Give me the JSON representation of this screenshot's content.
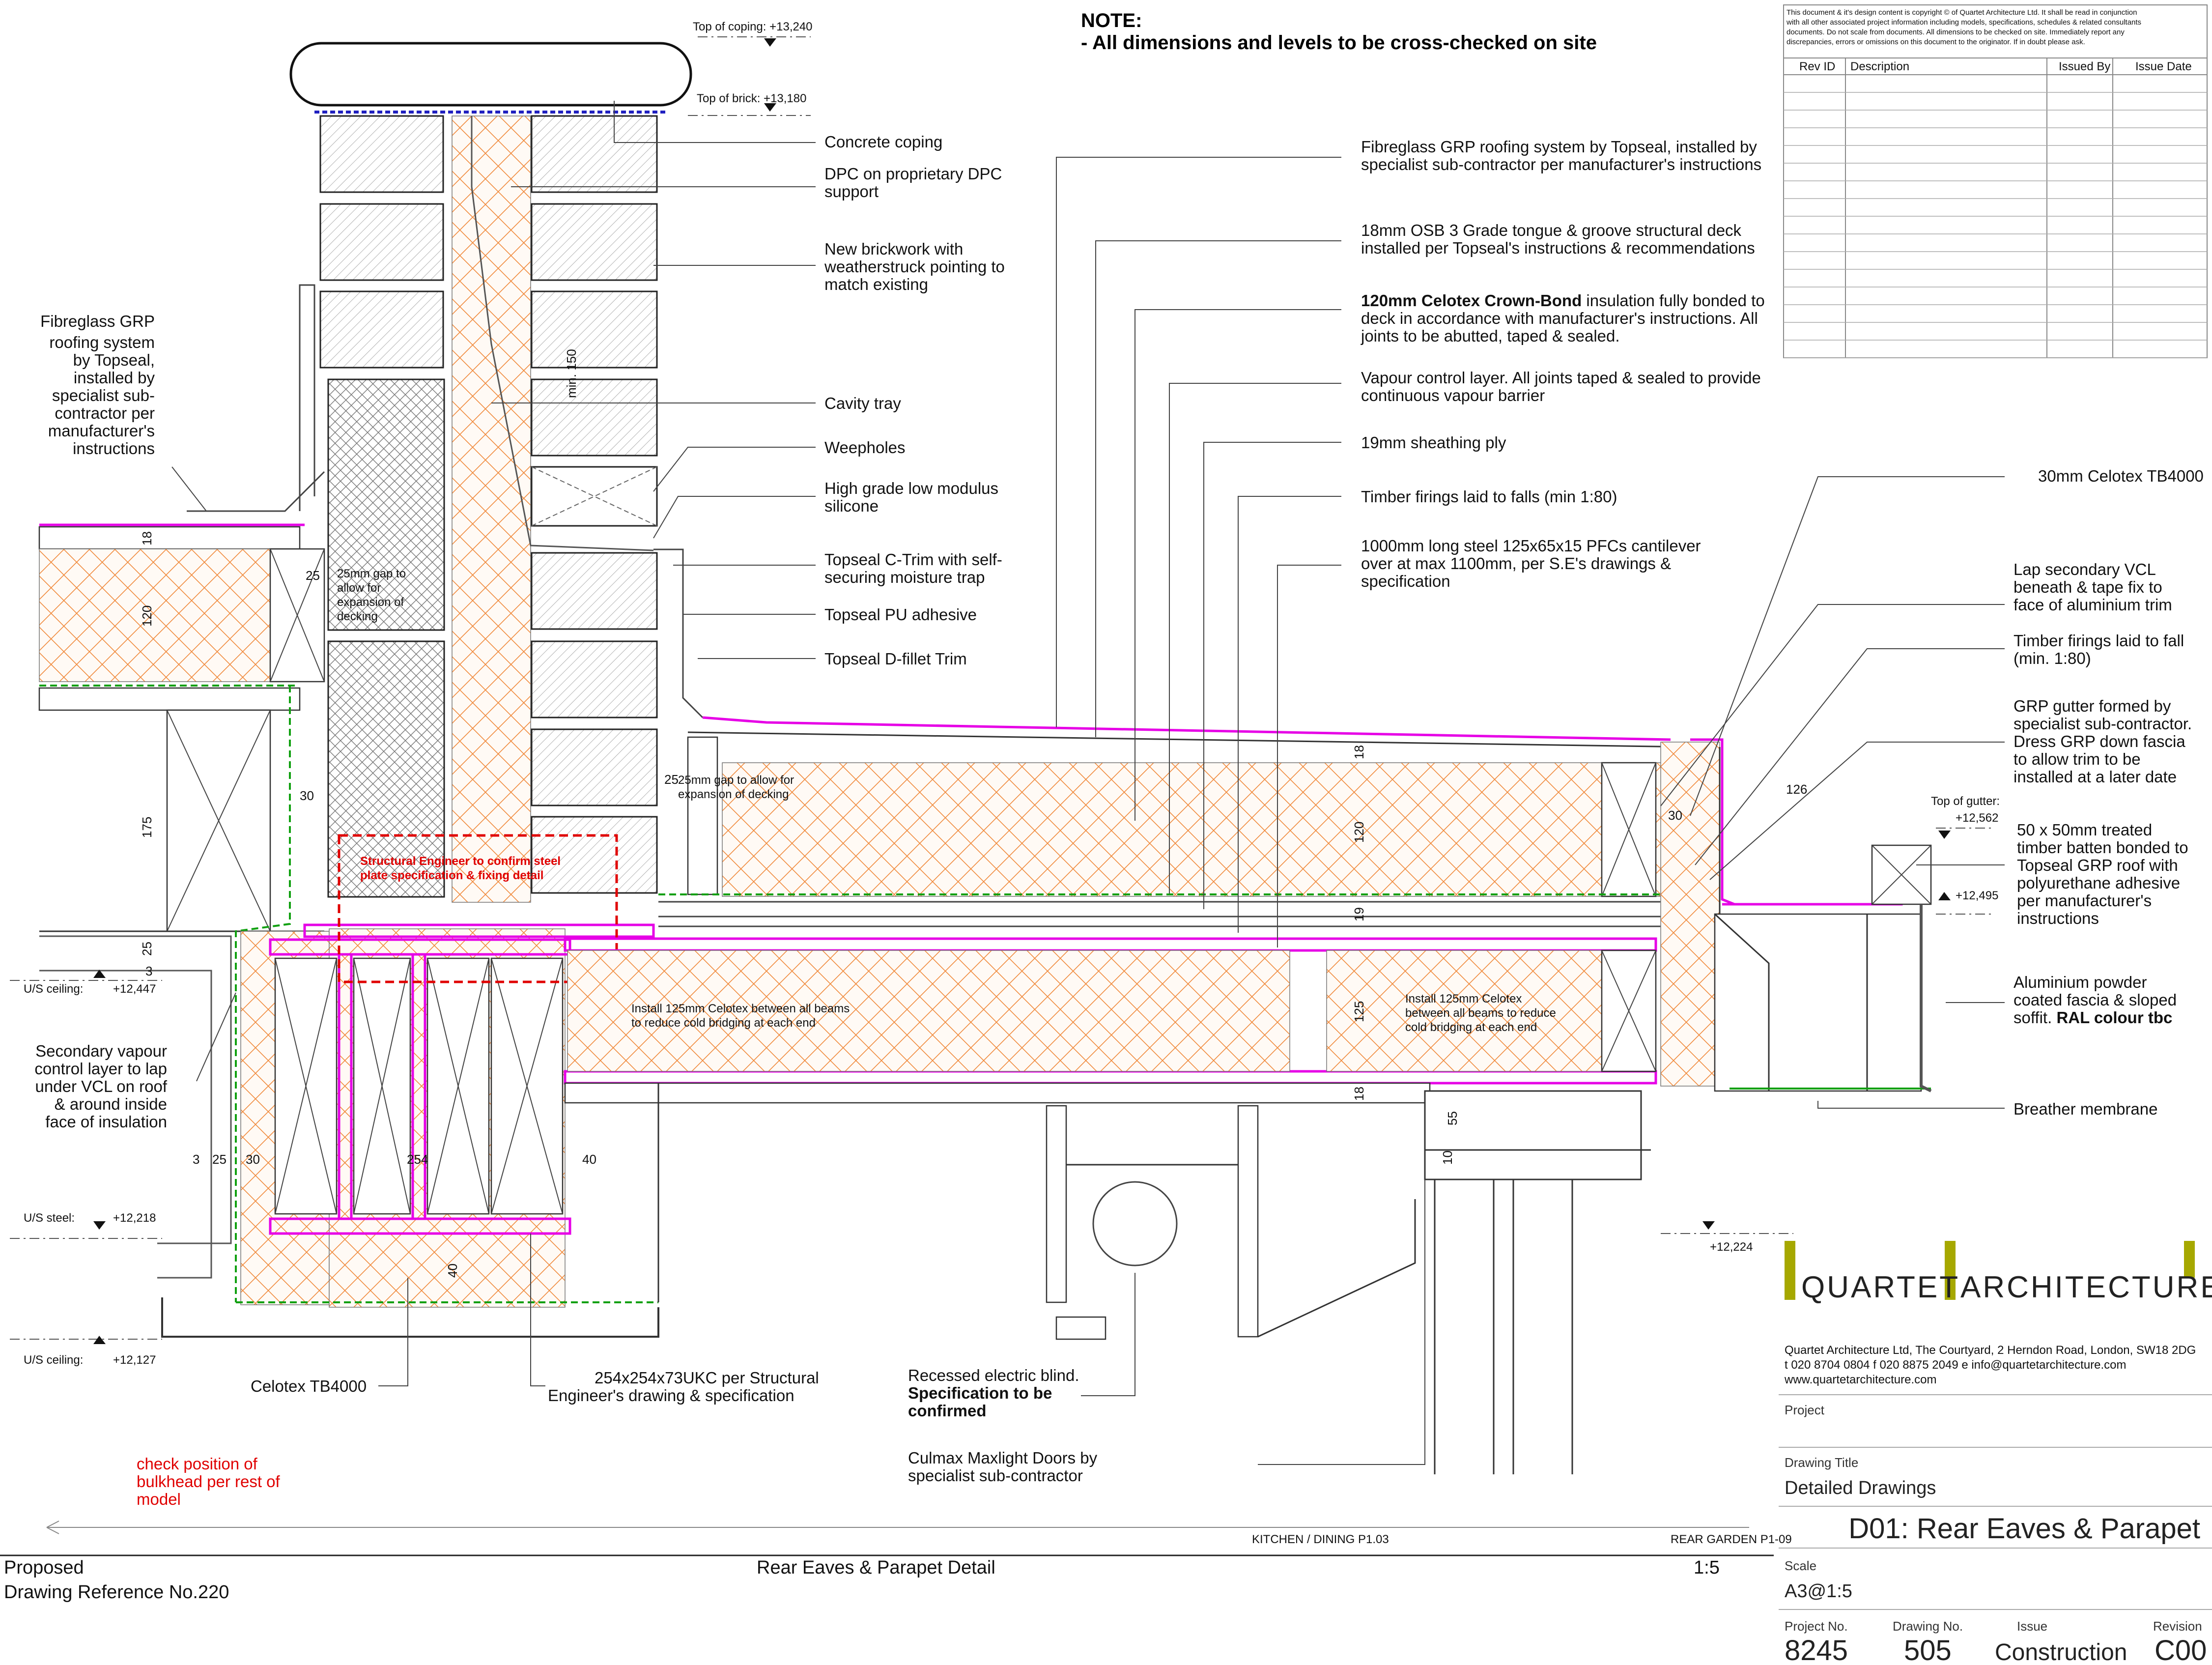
{
  "note": {
    "title": "NOTE:",
    "body": "- All dimensions and levels to be cross-checked on site"
  },
  "copyright_lines": [
    "This document & it's design content is copyright © of Quartet Architecture Ltd. It shall be read in conjunction",
    "with all other associated project information including models, specifications, schedules & related consultants",
    "documents. Do not scale from documents. All dimensions to be checked on site. Immediately report any",
    "discrepancies, errors or omissions on this document to the originator. If in doubt please ask."
  ],
  "revision_table": {
    "headers": [
      "Rev ID",
      "Description",
      "Issued By",
      "Issue Date"
    ]
  },
  "levels": {
    "top_of_coping": "Top of coping:  +13,240",
    "top_of_brick": "Top of brick:  +13,180",
    "us_ceiling_1": "U/S ceiling:",
    "us_ceiling_1_val": "+12,447",
    "us_steel": "U/S steel:",
    "us_steel_val": "+12,218",
    "us_ceiling_2": "U/S ceiling:",
    "us_ceiling_2_val": "+12,127",
    "top_of_gutter": "Top of gutter:",
    "top_of_gutter_val": "+12,562",
    "batten_level": "+12,495",
    "door_head": "+12,224"
  },
  "left_labels": {
    "grp_roofing": [
      "Fibreglass GRP",
      "roofing system",
      "by Topseal,",
      "installed by",
      "specialist sub-",
      "contractor per",
      "manufacturer's",
      "instructions"
    ],
    "secondary_vcl": [
      "Secondary vapour",
      "control layer to lap",
      "under VCL on roof",
      "& around inside",
      "face of insulation"
    ],
    "check_bulkhead": [
      "check position of",
      "bulkhead per rest of",
      "model"
    ]
  },
  "mid_labels": {
    "concrete_coping": "Concrete coping",
    "dpc": [
      "DPC on proprietary DPC",
      "support"
    ],
    "brickwork": [
      "New brickwork with",
      "weatherstruck pointing  to",
      "match existing"
    ],
    "cavity_tray": "Cavity tray",
    "weepholes": "Weepholes",
    "silicone": [
      "High grade low modulus",
      "silicone"
    ],
    "c_trim": [
      "Topseal C-Trim with self-",
      "securing moisture trap"
    ],
    "pu_adhesive": "Topseal PU adhesive",
    "d_fillet": "Topseal D-fillet Trim",
    "gap_left": [
      "25mm gap to",
      "allow for",
      "expansion of",
      "decking"
    ],
    "gap_right": [
      "25mm gap to allow for",
      "expansion of decking"
    ],
    "structural_engineer": [
      "Structural Engineer to confirm steel",
      "plate specification & fixing detail"
    ],
    "celotex_between_1": [
      "Install 125mm Celotex between all beams",
      "to reduce cold bridging at each end"
    ],
    "celotex_between_2": [
      "Install 125mm Celotex",
      "between all beams to reduce",
      "cold bridging at each end"
    ],
    "celotex_tb4000": "Celotex TB4000",
    "ukc": [
      "254x254x73UKC per Structural",
      "Engineer's drawing & specification"
    ],
    "blind": [
      "Recessed electric blind.",
      "Specification to be",
      "confirmed"
    ],
    "culmax": [
      "Culmax Maxlight Doors by",
      "specialist sub-contractor"
    ]
  },
  "roof_labels": {
    "grp_system": [
      "Fibreglass GRP roofing system by Topseal, installed by",
      "specialist sub-contractor per manufacturer's instructions"
    ],
    "osb": [
      "18mm OSB 3 Grade tongue & groove structural deck",
      "installed per Topseal's instructions & recommendations"
    ],
    "celotex_bold": "120mm Celotex Crown-Bond",
    "celotex_rest": [
      " insulation fully bonded to",
      "deck in accordance with manufacturer's instructions. All",
      "joints to be abutted, taped & sealed."
    ],
    "vcl": [
      "Vapour control layer. All joints taped & sealed to provide",
      "continuous vapour barrier"
    ],
    "sheathing": "19mm sheathing ply",
    "firings": "Timber firings laid to falls (min 1:80)",
    "pfc": [
      "1000mm long steel 125x65x15 PFCs cantilever",
      "over at max 1100mm, per S.E's drawings &",
      "specification"
    ]
  },
  "right_labels": {
    "tb4000_30": "30mm Celotex TB4000",
    "lap_vcl": [
      "Lap secondary VCL",
      "beneath & tape fix to",
      "face of aluminium trim"
    ],
    "firings_fall": [
      "Timber firings laid to fall",
      "(min. 1:80)"
    ],
    "gutter": [
      "GRP gutter formed by",
      "specialist sub-contractor.",
      "Dress GRP down fascia",
      "to allow trim to be",
      "installed at a later date"
    ],
    "batten": [
      "50 x 50mm treated",
      "timber batten bonded to",
      "Topseal GRP roof with",
      "polyurethane adhesive",
      "per manufacturer's",
      "instructions"
    ],
    "fascia": [
      "Aluminium powder",
      "coated fascia & sloped",
      "soffit. "
    ],
    "fascia_bold": "RAL colour tbc",
    "breather": "Breather membrane"
  },
  "dimensions": {
    "d18a": "18",
    "d120a": "120",
    "d25a": "25",
    "d175": "175",
    "d30a": "30",
    "d25b": "25",
    "d3": "3",
    "dmin150": "min. 150",
    "d25c": "25",
    "d18b": "18",
    "d120b": "120",
    "d19": "19",
    "d125": "125",
    "d18c": "18",
    "d30b": "30",
    "d126": "126",
    "d55": "55",
    "d10": "10",
    "d3b": "3",
    "d25d": "25",
    "d30c": "30",
    "d254": "254",
    "d40a": "40",
    "d40b": "40"
  },
  "room_labels": {
    "kitchen": "KITCHEN / DINING P1.03",
    "garden": "REAR GARDEN P1-09"
  },
  "footer": {
    "status": "Proposed",
    "reference": "Drawing Reference No.220",
    "title": "Rear Eaves & Parapet Detail",
    "scale": "1:5"
  },
  "title_block": {
    "logo_left": "QUARTET",
    "logo_right": "ARCHITECTURE",
    "address": "Quartet Architecture Ltd, The Courtyard, 2 Herndon Road, London, SW18 2DG",
    "contact": "t 020 8704 0804   f 020 8875 2049  e info@quartetarchitecture.com",
    "website": "www.quartetarchitecture.com",
    "project_label": "Project",
    "drawing_title_label": "Drawing Title",
    "drawing_title": "Detailed Drawings",
    "drawing_name": "D01: Rear Eaves & Parapet",
    "scale_label": "Scale",
    "scale_value": "A3@1:5",
    "project_no_label": "Project No.",
    "project_no": "8245",
    "drawing_no_label": "Drawing No.",
    "drawing_no": "505",
    "issue_label": "Issue",
    "issue": "Construction",
    "revision_label": "Revision",
    "revision": "C00"
  },
  "colors": {
    "membrane": "#e600e6",
    "vcl": "#11a011",
    "insulation": "#f08a3c",
    "logo_accent": "#a6a800",
    "red_note": "#e00000"
  }
}
